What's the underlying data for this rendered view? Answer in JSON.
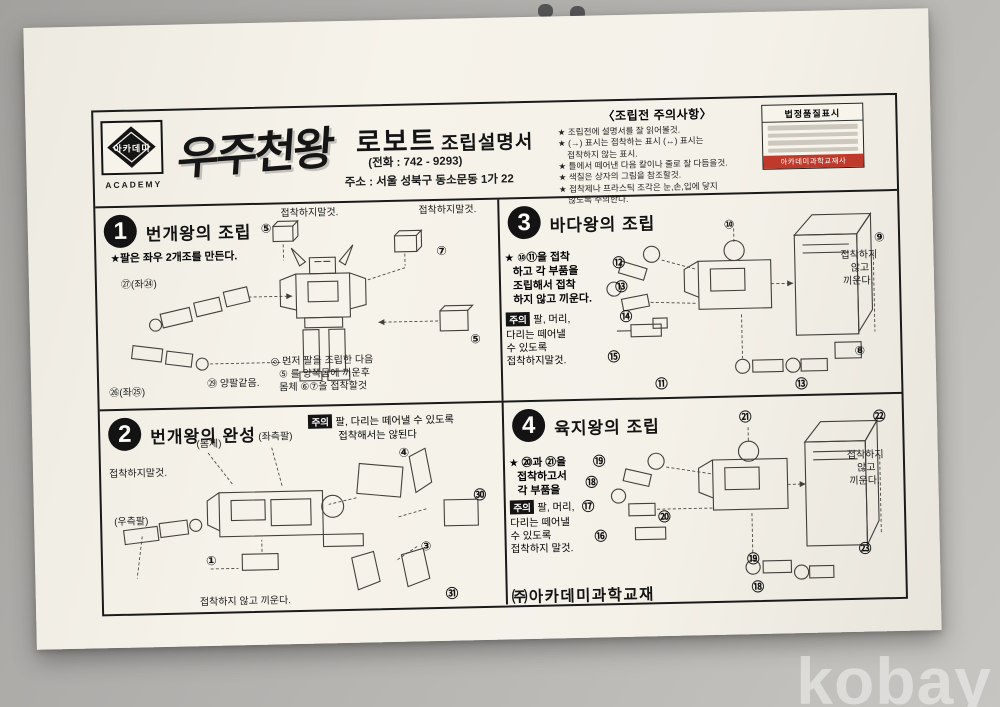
{
  "colors": {
    "backdrop": "#b2b0ad",
    "paper": "#f4f1e9",
    "ink": "#1a1a1a",
    "label_red": "#bf3a2b"
  },
  "watermark": "kobay",
  "footer": "㈜아카데미과학교재",
  "header": {
    "logo_kr": "아카데미",
    "brand": "ACADEMY",
    "series_logo": "우주천왕",
    "title_main": "로보트",
    "title_sub": "조립설명서",
    "phone": "(전화 : 742 - 9293)",
    "address": "주소 : 서울 성북구 동소문동 1가 22",
    "notice": {
      "title": "〈조립전 주의사항〉",
      "lines": [
        "★ 조립전에 설명서를 잘 읽어볼것.",
        "★ (→) 표시는 접착하는 표시 (↔) 표시는",
        "접착하지 않는 표시.",
        "★ 틀에서 떼어낸 다음 칼이나 줄로 잘 다듬을것.",
        "★ 색칠은 상자의 그림을 참조할것.",
        "★ 접착제나 프라스틱 조각은 눈,손,입에 닿지",
        "않도록 주의한다."
      ]
    },
    "quality": {
      "title": "법정품질표시",
      "maker": "아카데미과학교재사"
    }
  },
  "sections": {
    "s1": {
      "num": "1",
      "title": "번개왕의 조립",
      "note": "★팔은 좌우 2개조를 만든다.",
      "labels": {
        "no_glue_a": "접착하지말것.",
        "no_glue_b": "접착하지말것.",
        "p5_top": "⑤",
        "p7": "⑦",
        "p5_right": "⑤",
        "p27": "㉗(좌㉔)",
        "p26": "㉖(좌㉕)",
        "p29": "㉙ 양팔같음."
      },
      "instr": [
        "◎ 먼저 팔을 조립한 다음",
        "⑤ 를 양쪽몸에 끼운후",
        "몸체 ⑥⑦을 접착할것"
      ]
    },
    "s2": {
      "num": "2",
      "title": "번개왕의 완성",
      "caution_tag": "주의",
      "caution": [
        "팔, 다리는 떼어낼 수 있도록",
        "접착해서는 않된다"
      ],
      "labels": {
        "body": "(몸체)",
        "left_arm": "(좌측팔)",
        "right_arm": "(우측팔)",
        "no_glue": "접착하지말것.",
        "p1": "①",
        "p3": "③",
        "p4": "④",
        "p30": "㉚",
        "p31": "㉛",
        "fit": "접착하지 않고 끼운다."
      }
    },
    "s3": {
      "num": "3",
      "title": "바다왕의 조립",
      "star": [
        "★ ⑩⑪을 접착",
        "하고 각 부품을",
        "조립해서 접착",
        "하지 않고 끼운다."
      ],
      "caution_tag": "주의",
      "caution": [
        "팔, 머리,",
        "다리는 떼어낼",
        "수 있도록",
        "접착하지말것."
      ],
      "fit": [
        "접착하지",
        "않고",
        "끼운다."
      ],
      "parts": {
        "p8": "⑧",
        "p9": "⑨",
        "p10": "⑩",
        "p11": "⑪",
        "p12": "⑫",
        "p13a": "⑬",
        "p13b": "⑬",
        "p14": "⑭",
        "p15": "⑮"
      }
    },
    "s4": {
      "num": "4",
      "title": "육지왕의 조립",
      "star": [
        "★ ⑳과 ㉑을",
        "접착하고서",
        "각 부품을"
      ],
      "caution_tag": "주의",
      "caution": [
        "팔, 머리,",
        "다리는 떼어낼",
        "수 있도록",
        "접착하지 말것."
      ],
      "fit": [
        "접착하지",
        "않고",
        "끼운다."
      ],
      "parts": {
        "p16": "⑯",
        "p17": "⑰",
        "p18a": "⑱",
        "p18b": "⑱",
        "p19a": "⑲",
        "p19b": "⑲",
        "p20": "⑳",
        "p21": "㉑",
        "p22": "㉒",
        "p23": "㉓"
      }
    }
  }
}
